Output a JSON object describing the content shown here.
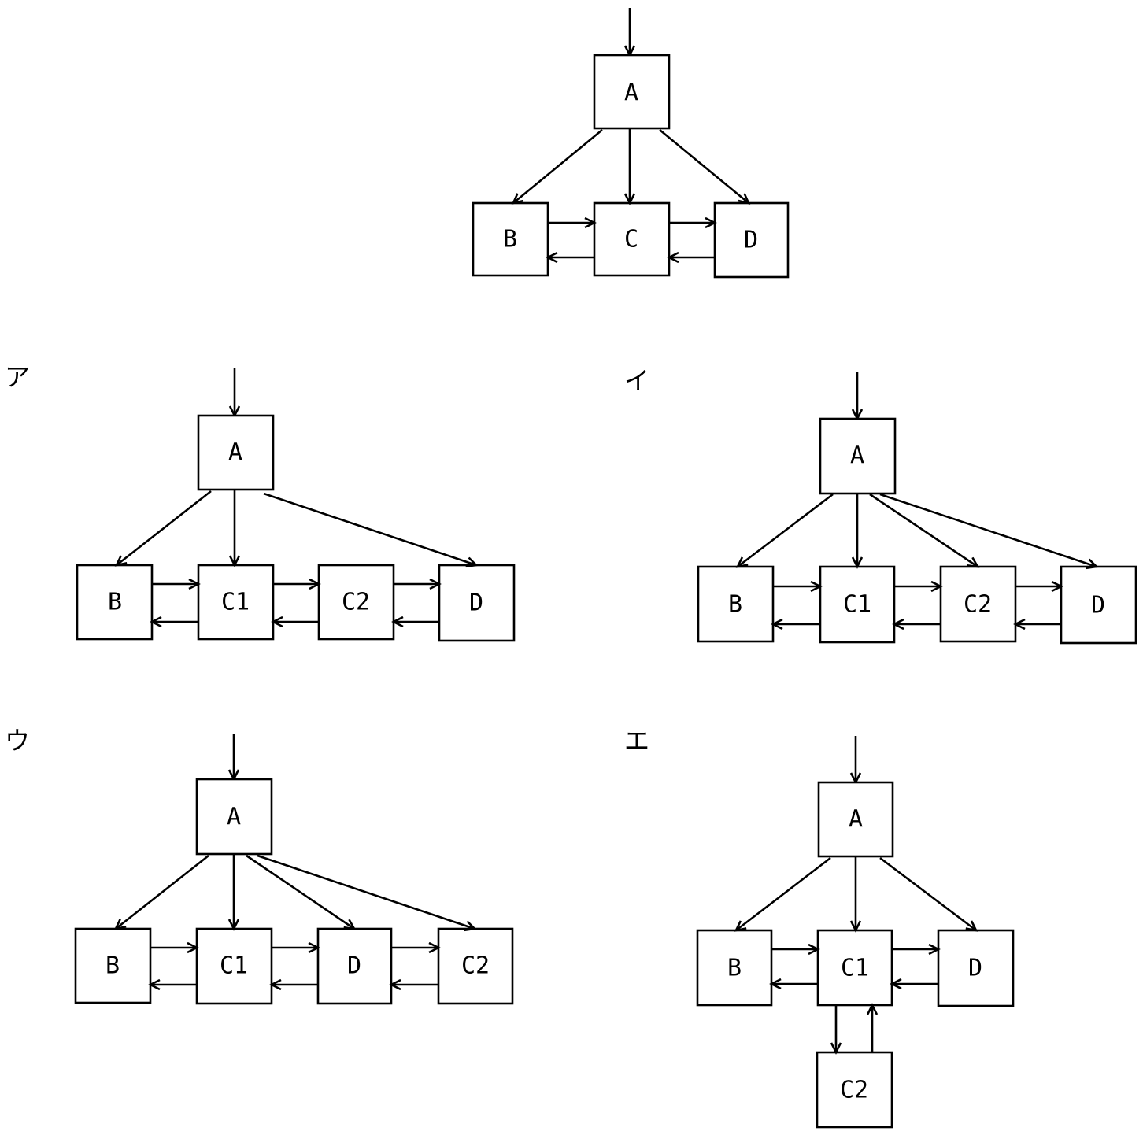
{
  "top": {
    "a": "A",
    "b": "B",
    "c": "C",
    "d": "D"
  },
  "panels": [
    {
      "label": "ア",
      "a": "A",
      "b": "B",
      "c1": "C1",
      "c2": "C2",
      "d": "D"
    },
    {
      "label": "イ",
      "a": "A",
      "b": "B",
      "c1": "C1",
      "c2": "C2",
      "d": "D"
    },
    {
      "label": "ウ",
      "a": "A",
      "b": "B",
      "c1": "C1",
      "d": "D",
      "c2": "C2"
    },
    {
      "label": "エ",
      "a": "A",
      "b": "B",
      "c1": "C1",
      "d": "D",
      "c2": "C2"
    }
  ],
  "colors": {
    "stroke": "#000000",
    "background": "#ffffff"
  }
}
